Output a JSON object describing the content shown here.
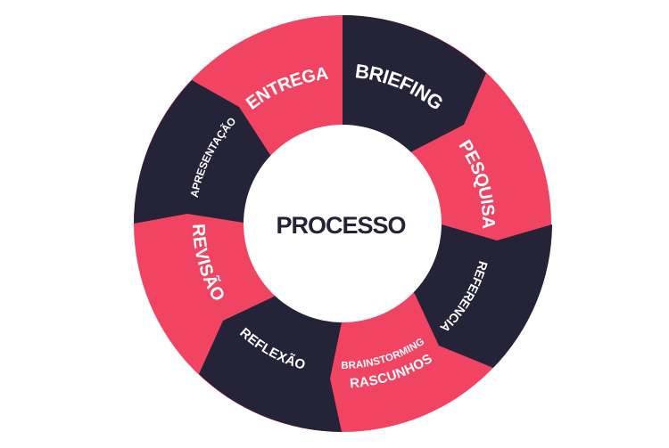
{
  "center_label": "PROCESSO",
  "colors": {
    "pink": "#f04462",
    "dark": "#242337",
    "center": "#ffffff",
    "center_text": "#242337",
    "label_text": "#ffffff"
  },
  "segments": [
    {
      "id": "briefing",
      "label": "BRIEFING",
      "color": "dark"
    },
    {
      "id": "pesquisa",
      "label": "PESQUISA",
      "color": "pink"
    },
    {
      "id": "referencia",
      "label": "REFERENCIA",
      "color": "dark"
    },
    {
      "id": "brainstorming",
      "label": "BRAINSTORMING",
      "sublabel": "RASCUNHOS",
      "color": "pink"
    },
    {
      "id": "reflexao",
      "label": "REFLEXÃO",
      "color": "dark"
    },
    {
      "id": "revisao",
      "label": "REVISÃO",
      "color": "pink"
    },
    {
      "id": "apresentacao",
      "label": "APRESENTAÇÃO",
      "color": "dark"
    },
    {
      "id": "entrega",
      "label": "ENTREGA",
      "color": "pink"
    }
  ]
}
